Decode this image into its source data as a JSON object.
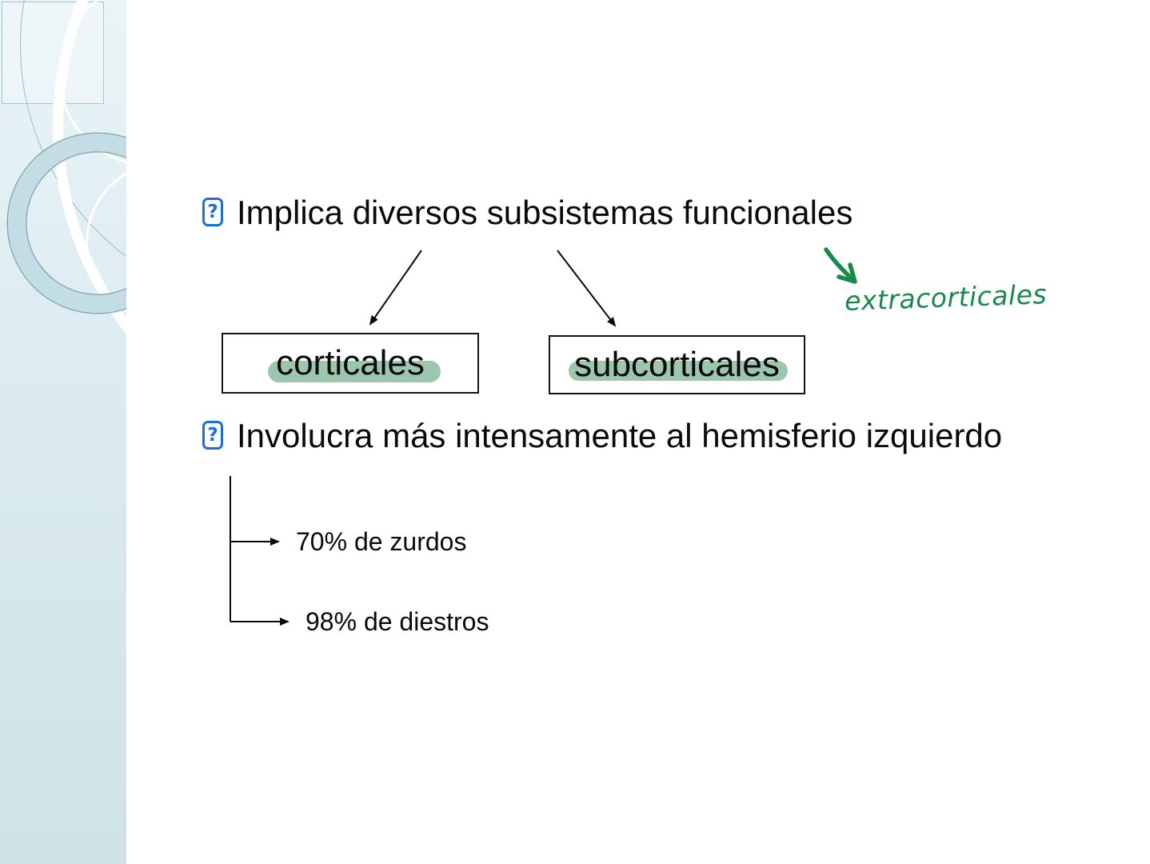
{
  "slide": {
    "bullets": [
      {
        "glyph": "?",
        "text": "Implica diversos subsistemas funcionales"
      },
      {
        "glyph": "?",
        "text": "Involucra más intensamente al hemisferio izquierdo"
      }
    ],
    "boxes": [
      {
        "label": "corticales"
      },
      {
        "label": "subcorticales"
      }
    ],
    "annotation": {
      "text": "extracorticales"
    },
    "branches": [
      {
        "label": "70% de zurdos"
      },
      {
        "label": "98% de diestros"
      }
    ],
    "icons": {
      "bullet_icon": "missing-glyph-box",
      "bullet_glyph_color": "#1b6fd6",
      "handwritten_arrow": "arrow-down-right"
    },
    "colors": {
      "highlight_marker": "#9dc6ae",
      "handwriting_ink": "#178a4b",
      "text": "#0a0a0a",
      "sidebar_top": "#e9f4f7",
      "sidebar_bottom": "#cfe2e8"
    }
  }
}
